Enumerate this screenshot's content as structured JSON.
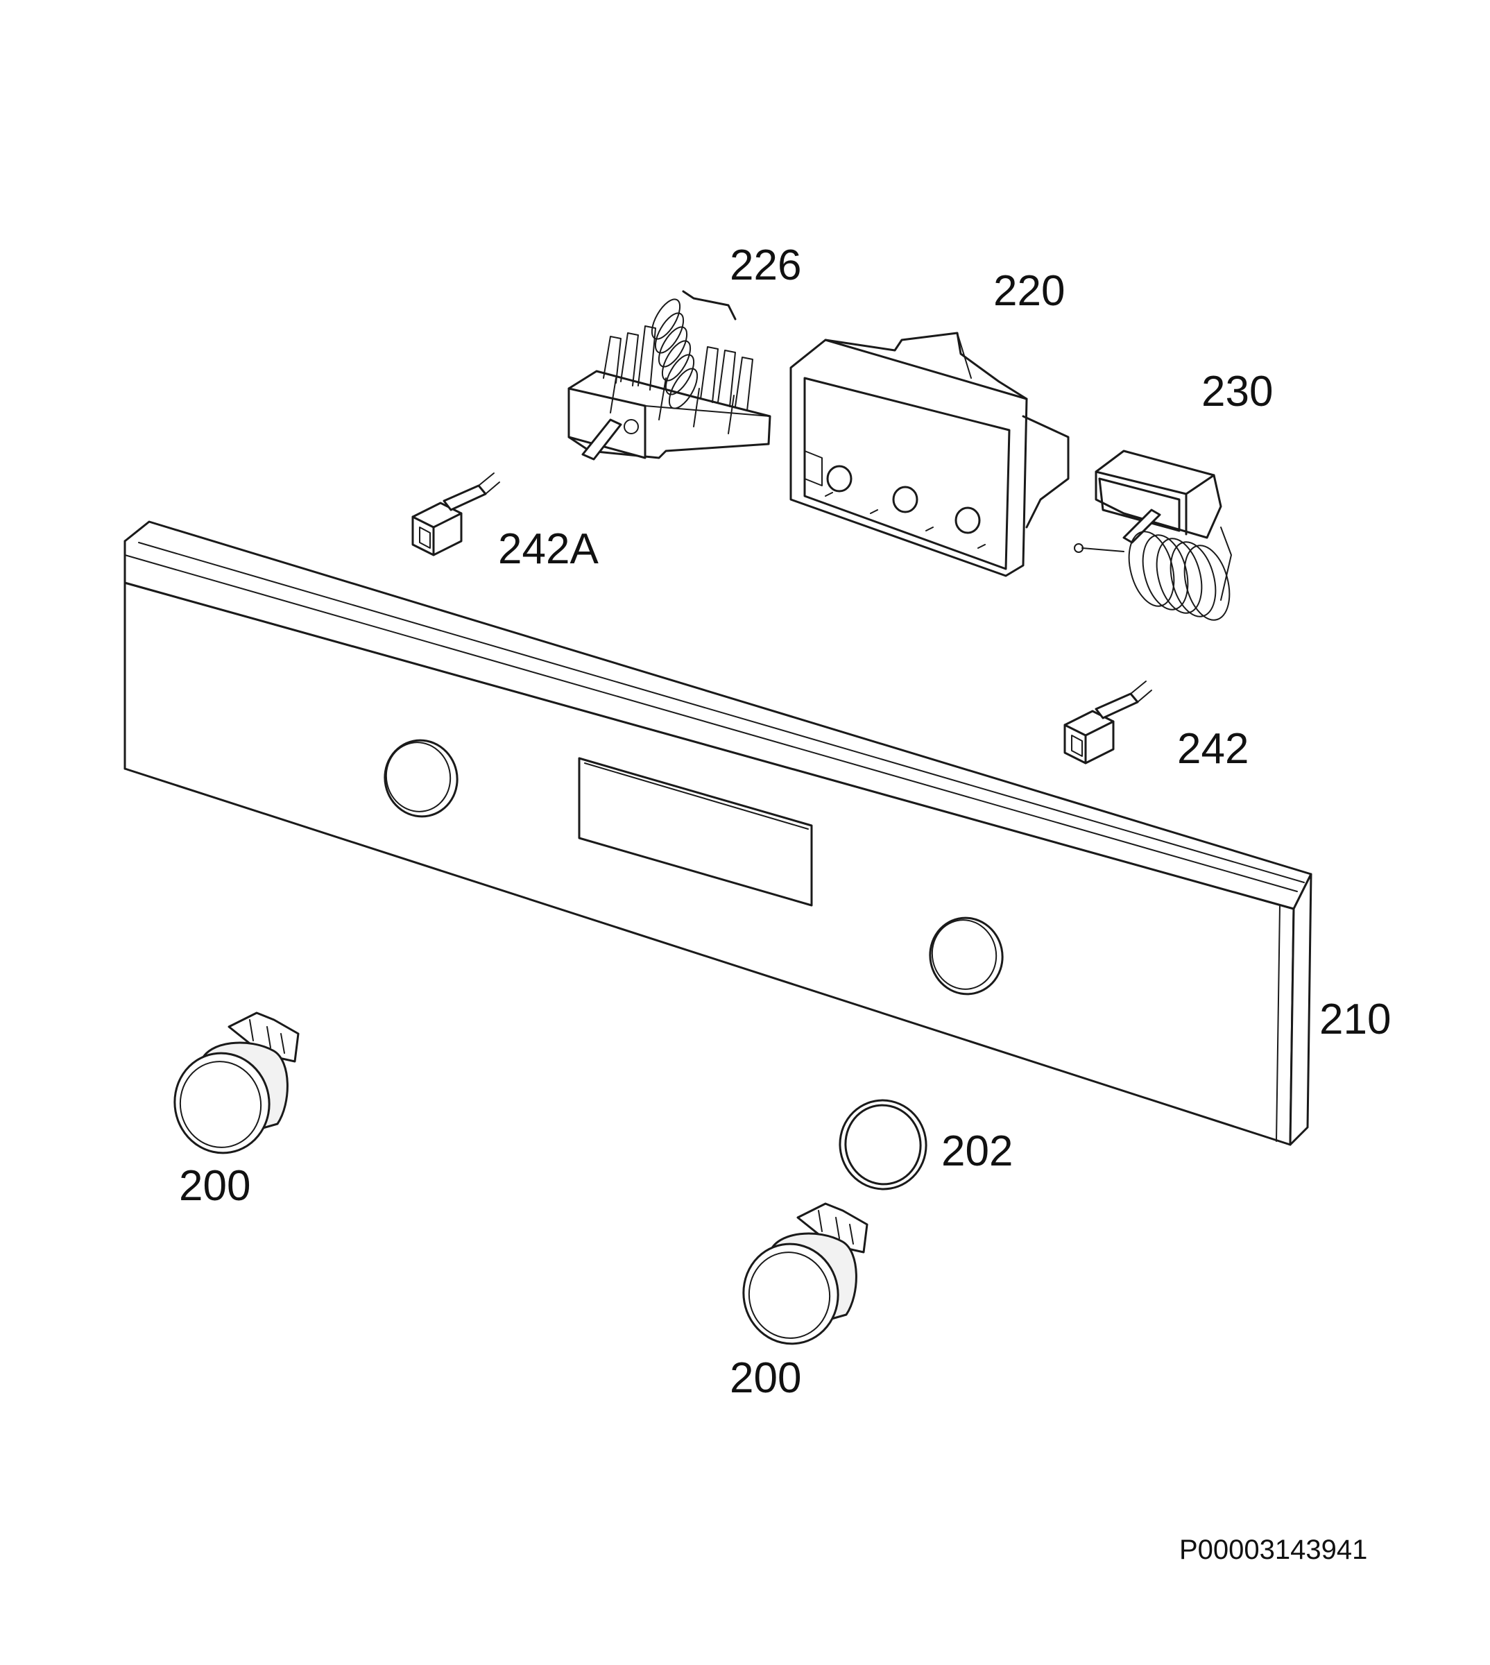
{
  "labels": {
    "switch_226": "226",
    "housing_220": "220",
    "thermostat_230": "230",
    "lamp_242a": "242A",
    "lamp_242": "242",
    "panel_210": "210",
    "ring_202": "202",
    "knob_200_left": "200",
    "knob_200_right": "200"
  },
  "reference_code": "P00003143941",
  "colors": {
    "line": "#1a1a1a",
    "background": "#ffffff"
  }
}
